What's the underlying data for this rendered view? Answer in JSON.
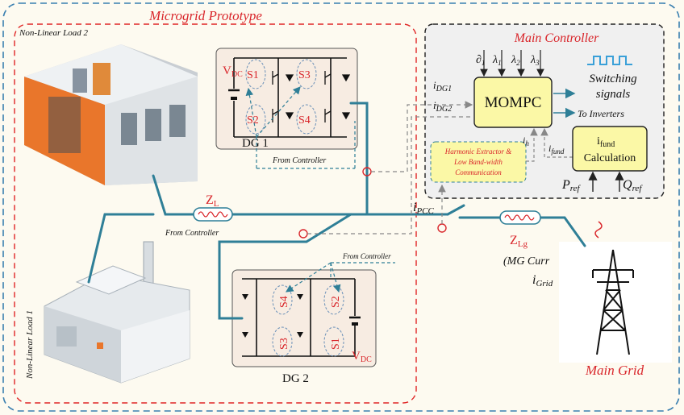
{
  "titles": {
    "prototype": "Microgrid Prototype",
    "controller": "Main Controller",
    "grid": "Main Grid"
  },
  "loads": {
    "load2": "Non-Linear Load 2",
    "load1": "Non-Linear Load 1"
  },
  "dg1": {
    "name": "DG 1",
    "vdc": "V",
    "vdc_sub": "DC",
    "s1": "S1",
    "s2": "S2",
    "s3": "S3",
    "s4": "S4",
    "from_controller": "From Controller"
  },
  "dg2": {
    "name": "DG 2",
    "vdc": "V",
    "vdc_sub": "DC",
    "s1": "S1",
    "s2": "S2",
    "s3": "S3",
    "s4": "S4",
    "from_controller": "From Controller"
  },
  "line": {
    "zl": "Z",
    "zl_sub": "L",
    "zl_from_controller": "From Controller",
    "zlg": "Z",
    "zlg_sub": "Lg",
    "ipcc": "i",
    "ipcc_sub": "PCC",
    "mg_current": "(MG Curr",
    "igrid": "i",
    "igrid_sub": "Grid"
  },
  "controller": {
    "mompc": "MOMPC",
    "inputs": [
      "∂",
      "λ",
      "λ",
      "λ"
    ],
    "input_subs": [
      "1",
      "1",
      "2",
      "3"
    ],
    "idg1": "i",
    "idg1_sub": "DG1",
    "idg2": "i",
    "idg2_sub": "DG2",
    "switching": "Switching",
    "signals": "signals",
    "to_inverters": "To Inverters",
    "harmonic1": "Harmonic Extractor &",
    "harmonic2": "Low Band-width",
    "harmonic3": "Communication",
    "ih": "i",
    "ih_sub": "h",
    "ifund": "i",
    "ifund_sub": "fund",
    "ifund_box1": "i",
    "ifund_box1_sub": "fund",
    "ifund_box2": "Calculation",
    "pref": "P",
    "pref_sub": "ref",
    "qref": "Q",
    "qref_sub": "ref"
  },
  "colors": {
    "bus": "#2f7f97",
    "dashed_outer": "#3a7fb0",
    "proto_border": "#e02525",
    "label_red": "#d9262b",
    "yellow_box": "#fbf8a6",
    "controller_bg": "#f0f0f0"
  }
}
